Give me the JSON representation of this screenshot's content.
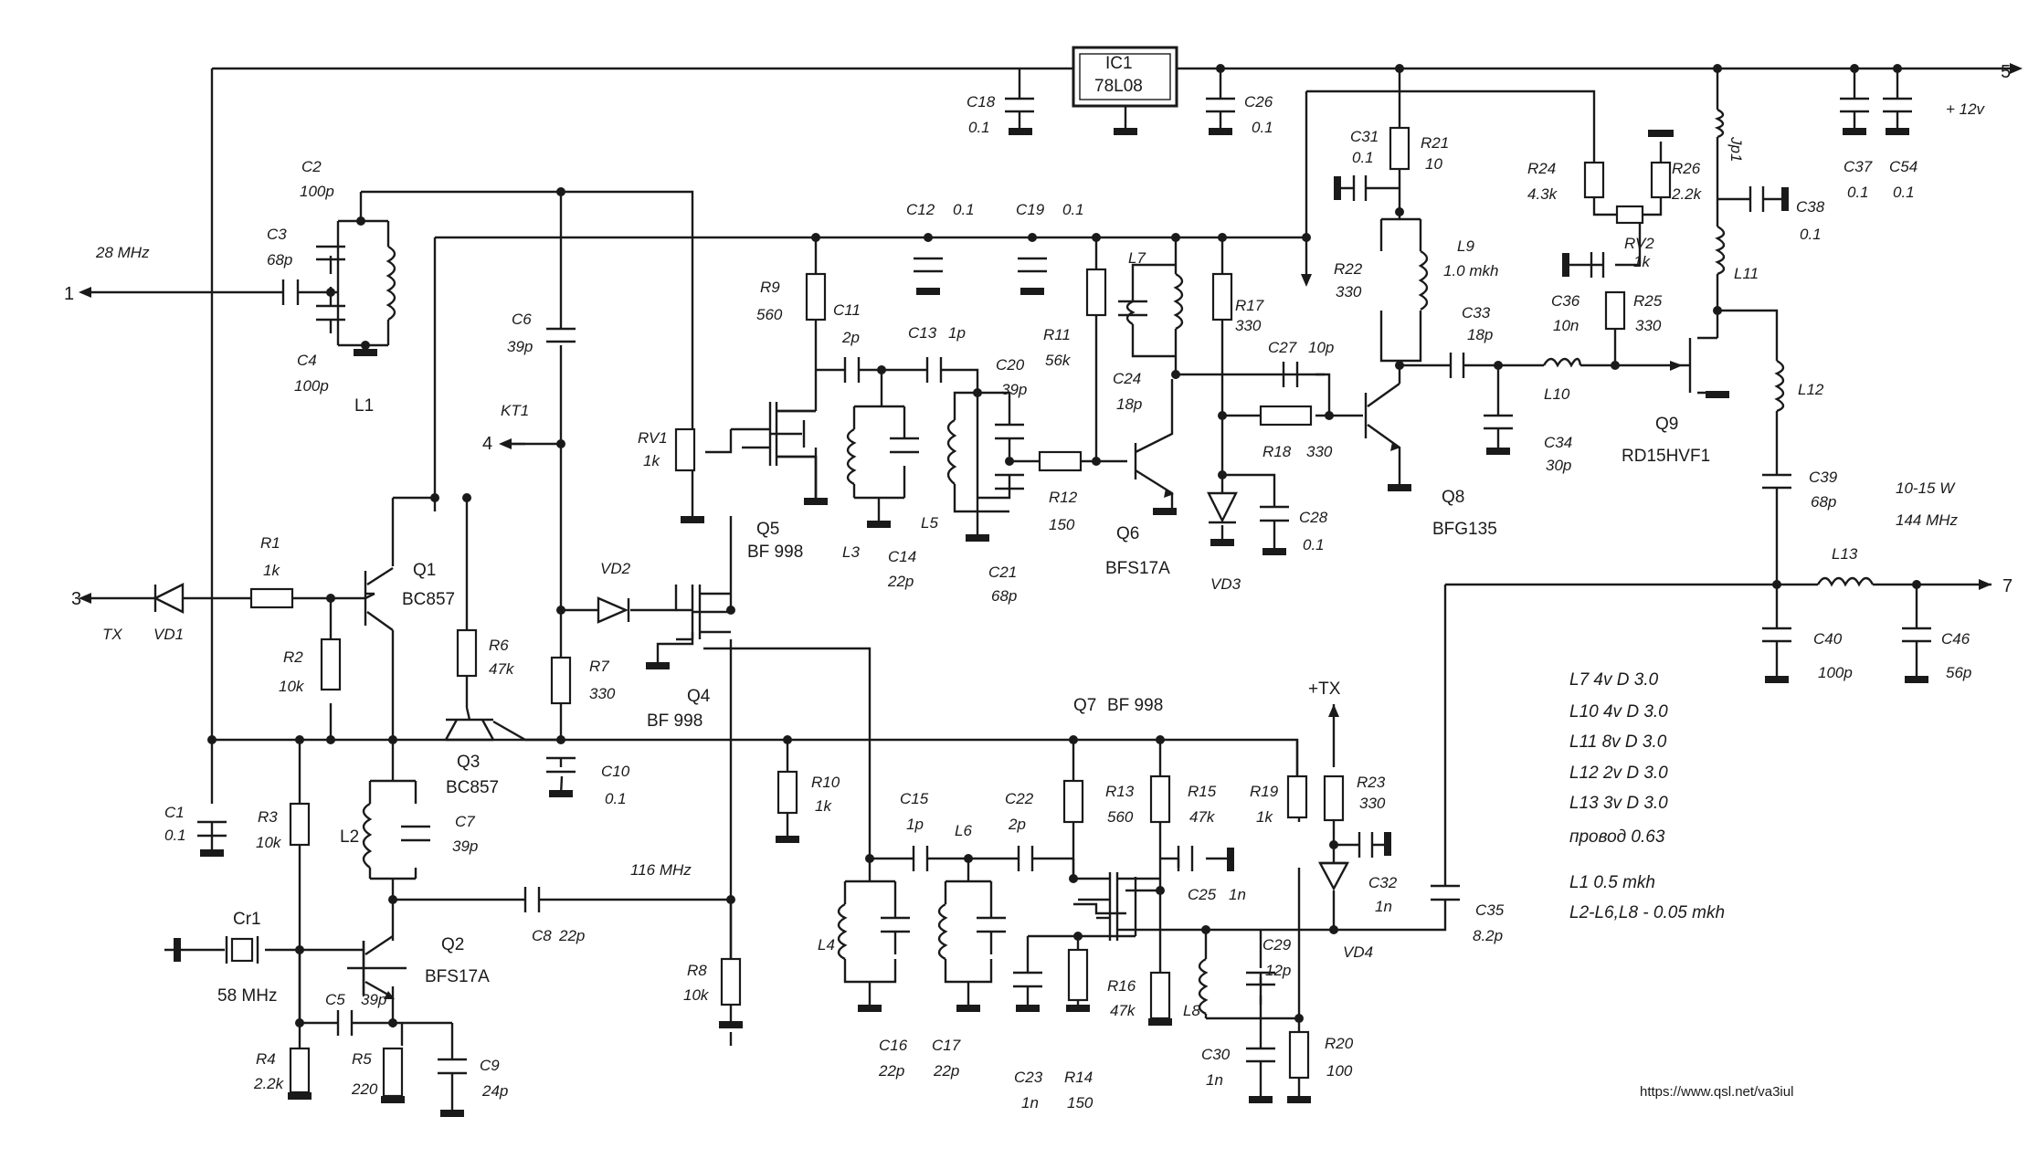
{
  "terminals": [
    {
      "id": "t1",
      "num": "1",
      "label": "28 MHz"
    },
    {
      "id": "t3",
      "num": "3",
      "label": "TX"
    },
    {
      "id": "t4",
      "num": "4",
      "label": "KT1"
    },
    {
      "id": "t5",
      "num": "5",
      "label": "+ 12v"
    },
    {
      "id": "t7",
      "num": "7",
      "label": ""
    }
  ],
  "labels": {
    "ic1": "IC1",
    "ic1_val": "78L08",
    "c18": "C18",
    "c18_val": "0.1",
    "c26": "C26",
    "c26_val": "0.1",
    "c37": "C37",
    "c37_val": "0.1",
    "c54": "C54",
    "c54_val": "0.1",
    "c2": "C2",
    "c2_val": "100p",
    "c3": "C3",
    "c3_val": "68p",
    "c4": "C4",
    "c4_val": "100p",
    "l1": "L1",
    "c6": "C6",
    "c6_val": "39p",
    "c12": "C12",
    "c12_val": "0.1",
    "c19": "C19",
    "c19_val": "0.1",
    "r9": "R9",
    "r9_val": "560",
    "c11": "C11",
    "c11_val": "2p",
    "c13": "C13",
    "c13_val": "1p",
    "c20": "C20",
    "c20_val": "39p",
    "r11": "R11",
    "r11_val": "56k",
    "l7": "L7",
    "c24": "C24",
    "c24_val": "18p",
    "r17": "R17",
    "r17_val": "330",
    "c27": "C27",
    "c27_val": "10p",
    "c31": "C31",
    "c31_val": "0.1",
    "r21": "R21",
    "r21_val": "10",
    "r22": "R22",
    "r22_val": "330",
    "l9": "L9",
    "l9_val": "1.0 mkh",
    "r24": "R24",
    "r24_val": "4.3k",
    "r26": "R26",
    "r26_val": "2.2k",
    "rv2": "RV2",
    "rv2_val": "1k",
    "c36": "C36",
    "c36_val": "10n",
    "r25": "R25",
    "r25_val": "330",
    "c33": "C33",
    "c33_val": "18p",
    "l10": "L10",
    "c34": "C34",
    "c34_val": "30p",
    "jp1": "Jp1",
    "c38": "C38",
    "c38_val": "0.1",
    "l11": "L11",
    "l12": "L12",
    "c39": "C39",
    "c39_val": "68p",
    "q9": "Q9",
    "q9_val": "RD15HVF1",
    "power": "10-15 W",
    "freq_out": "144 MHz",
    "l13": "L13",
    "c40": "C40",
    "c40_val": "100p",
    "c46": "C46",
    "c46_val": "56p",
    "rv1": "RV1",
    "rv1_val": "1k",
    "q5": "Q5",
    "q5_val": "BF 998",
    "l3": "L3",
    "c14": "C14",
    "c14_val": "22p",
    "l5": "L5",
    "c21": "C21",
    "c21_val": "68p",
    "r12": "R12",
    "r12_val": "150",
    "q6": "Q6",
    "q6_val": "BFS17A",
    "vd3": "VD3",
    "c28": "C28",
    "c28_val": "0.1",
    "r18": "R18",
    "r18_val": "330",
    "q8": "Q8",
    "q8_val": "BFG135",
    "r1": "R1",
    "r1_val": "1k",
    "vd1": "VD1",
    "q1": "Q1",
    "q1_val": "BC857",
    "r2": "R2",
    "r2_val": "10k",
    "r6": "R6",
    "r6_val": "47k",
    "vd2": "VD2",
    "r7": "R7",
    "r7_val": "330",
    "q4": "Q4",
    "q4_val": "BF 998",
    "q3": "Q3",
    "q3_val": "BC857",
    "c10": "C10",
    "c10_val": "0.1",
    "c1": "C1",
    "c1_val": "0.1",
    "r3": "R3",
    "r3_val": "10k",
    "l2": "L2",
    "c7": "C7",
    "c7_val": "39p",
    "r10": "R10",
    "r10_val": "1k",
    "q7": "Q7",
    "q7_val": "BF 998",
    "plus_tx": "+TX",
    "c15": "C15",
    "c15_val": "1p",
    "l6": "L6",
    "c22": "C22",
    "c22_val": "2p",
    "r13": "R13",
    "r13_val": "560",
    "r15": "R15",
    "r15_val": "47k",
    "r19": "R19",
    "r19_val": "1k",
    "r23": "R23",
    "r23_val": "330",
    "c32": "C32",
    "c32_val": "1n",
    "freq_116": "116 MHz",
    "c25": "C25",
    "c25_val": "1n",
    "c8": "C8",
    "c8_val": "22p",
    "c35": "C35",
    "c35_val": "8.2p",
    "vd4": "VD4",
    "cr1": "Cr1",
    "cr1_val": "58 MHz",
    "q2": "Q2",
    "q2_val": "BFS17A",
    "c5": "C5",
    "c5_val": "39p",
    "r8": "R8",
    "r8_val": "10k",
    "l4": "L4",
    "c16": "C16",
    "c16_val": "22p",
    "c17": "C17",
    "c17_val": "22p",
    "c23": "C23",
    "c23_val": "1n",
    "r14": "R14",
    "r14_val": "150",
    "r16": "R16",
    "r16_val": "47k",
    "l8": "L8",
    "c29": "C29",
    "c29_val": "12p",
    "c30": "C30",
    "c30_val": "1n",
    "r20": "R20",
    "r20_val": "100",
    "r4": "R4",
    "r4_val": "2.2k",
    "r5": "R5",
    "r5_val": "220",
    "c9": "C9",
    "c9_val": "24p"
  },
  "coil_notes": [
    "L7 4v D 3.0",
    "L10 4v D 3.0",
    "L11 8v D 3.0",
    "L12 2v D 3.0",
    "L13 3v D 3.0",
    "провод 0.63",
    "L1 0.5 mkh",
    "L2-L6,L8 - 0.05 mkh"
  ],
  "url": "https://www.qsl.net/va3iul"
}
